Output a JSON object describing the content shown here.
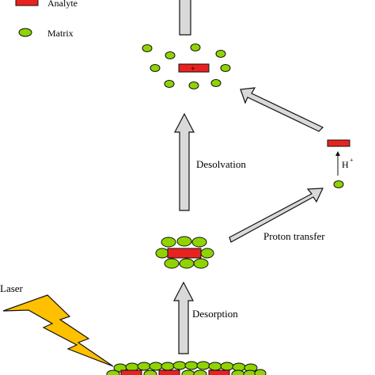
{
  "legend": {
    "analyte": "Analyte",
    "matrix": "Matrix"
  },
  "labels": {
    "laser": "Laser",
    "desorption": "Desorption",
    "desolvation": "Desolvation",
    "proton_transfer": "Proton transfer",
    "proton": "H",
    "proton_charge": "+",
    "ion_charge": "+"
  },
  "colors": {
    "analyte": "#e8231f",
    "matrix": "#8fd400",
    "arrow_fill": "#d9d9d9",
    "laser_bolt": "#ffc000"
  }
}
